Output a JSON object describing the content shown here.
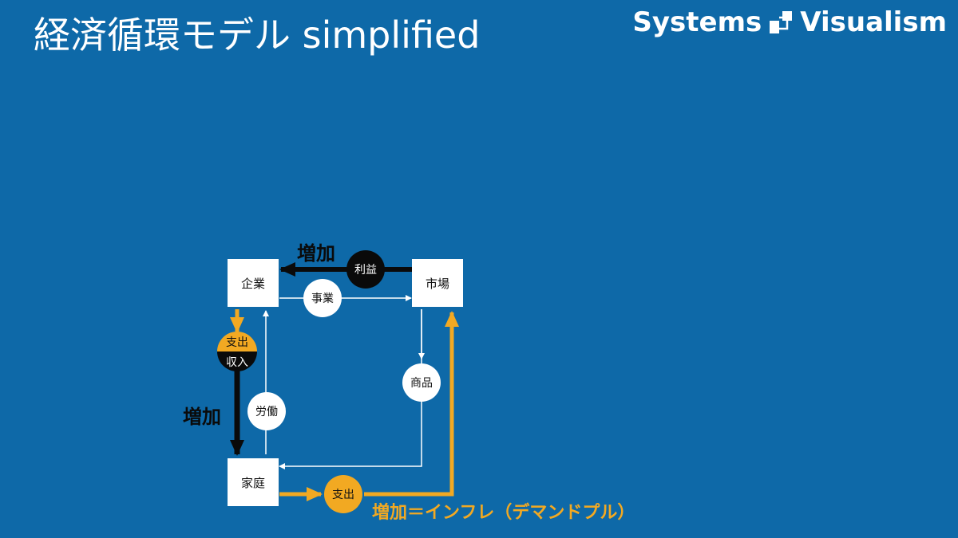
{
  "title": "経済循環モデル simplified",
  "brand": {
    "name_left": "Systems",
    "name_right": "Visualism"
  },
  "nodes": {
    "company": "企業",
    "market": "市場",
    "household": "家庭"
  },
  "flows": {
    "profit": "利益",
    "business": "事業",
    "goods": "商品",
    "labor": "労働",
    "expenditure_top": "支出",
    "income": "収入",
    "household_spending": "支出"
  },
  "labels": {
    "increase_top": "増加",
    "increase_left": "増加",
    "inflation_note": "増加＝インフレ（デマンドプル）"
  },
  "colors": {
    "background": "#0e69a8",
    "accent_orange": "#f2a922",
    "black": "#0a0a0a",
    "white": "#ffffff"
  }
}
